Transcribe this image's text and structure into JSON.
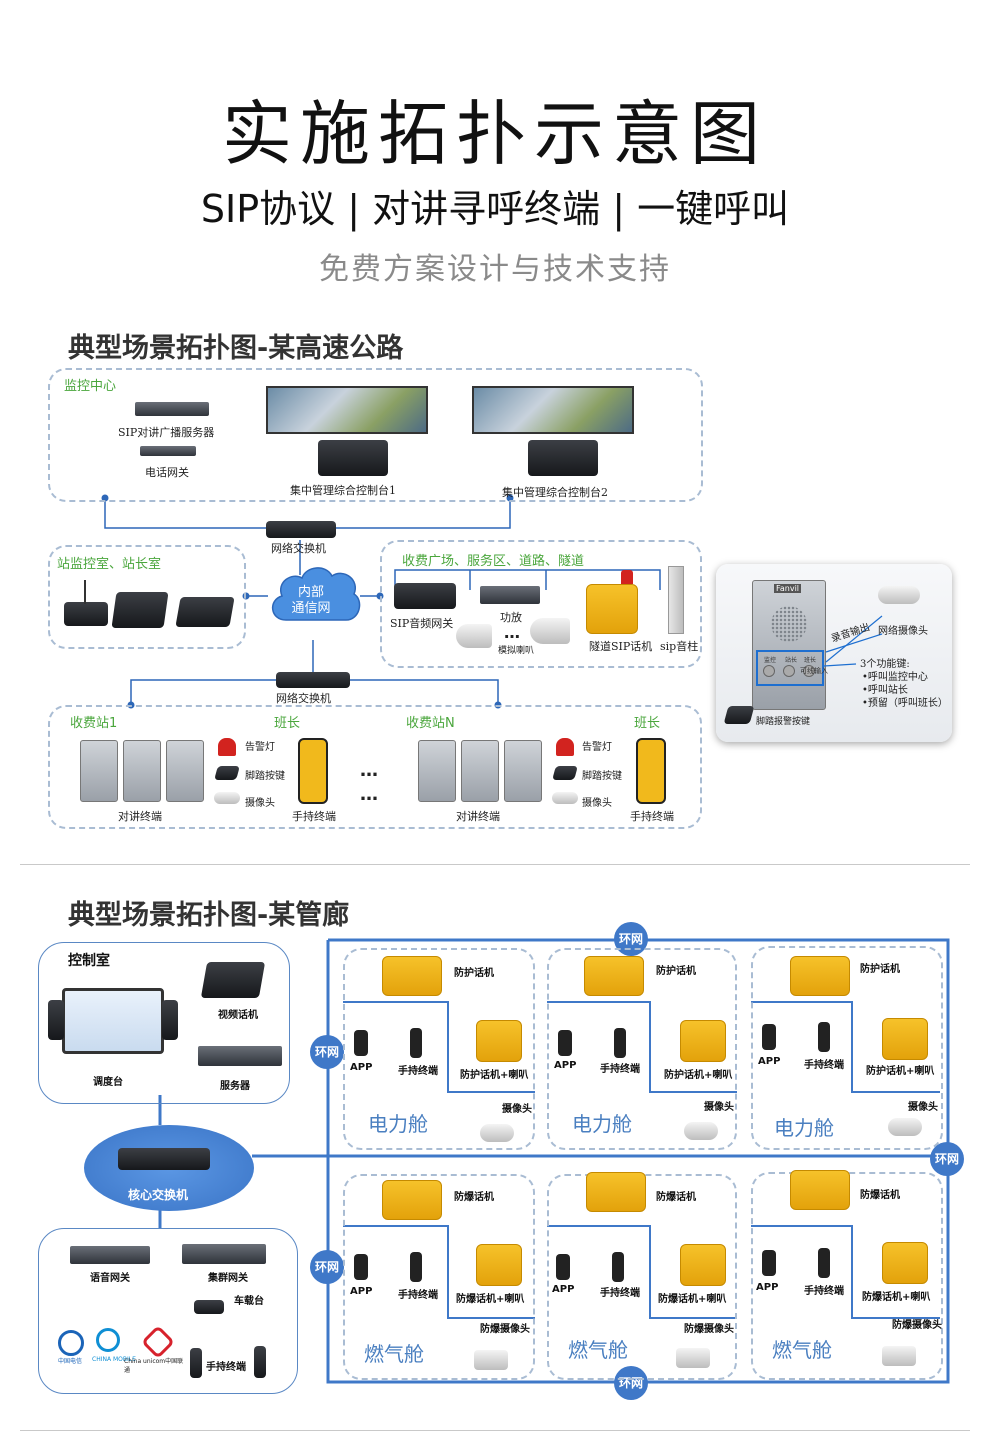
{
  "header": {
    "title": "实施拓扑示意图",
    "subtitle": "SIP协议 | 对讲寻呼终端 | 一键呼叫",
    "tagline": "免费方案设计与技术支持"
  },
  "highway": {
    "section_title": "典型场景拓扑图-某高速公路",
    "monitor_center": {
      "title": "监控中心",
      "server": "SIP对讲广播服务器",
      "gateway": "电话网关",
      "console1": "集中管理综合控制台1",
      "console2": "集中管理综合控制台2"
    },
    "switch_top": "网络交换机",
    "switch_bottom": "网络交换机",
    "cloud": [
      "内部",
      "通信网"
    ],
    "station_room": {
      "title": "站监控室、站长室"
    },
    "toll_plaza": {
      "title": "收费广场、服务区、道路、隧道",
      "sip_gateway": "SIP音频网关",
      "amplifier": "功放",
      "analog_speaker": "模拟喇叭",
      "tunnel_phone": "隧道SIP话机",
      "sip_column": "sip音柱",
      "ellipsis": "…"
    },
    "toll_station_1": "收费站1",
    "toll_station_n": "收费站N",
    "squad_leader": "班长",
    "alarm_light": "告警灯",
    "foot_button": "脚踏按键",
    "camera": "摄像头",
    "intercom_terminal": "对讲终端",
    "handheld_terminal": "手持终端",
    "ellipsis": "…",
    "device_detail": {
      "brand": "Fanvil",
      "record_output": "录音输出",
      "network_camera": "网络摄像头",
      "buttons": [
        "监控",
        "站长",
        "班长"
      ],
      "small_label": "可线输入",
      "func_title": "3个功能键:",
      "functions": [
        "•呼叫监控中心",
        "•呼叫站长",
        "•预留（呼叫班长）"
      ],
      "foot_alarm": "脚踏报警按键"
    }
  },
  "corridor": {
    "section_title": "典型场景拓扑图-某管廊",
    "control_room": {
      "title": "控制室",
      "video_phone": "视频话机",
      "dispatch": "调度台",
      "server": "服务器"
    },
    "core_switch": "核心交换机",
    "gateways": {
      "voice_gateway": "语音网关",
      "cluster_gateway": "集群网关",
      "vehicle_radio": "车载台",
      "handheld": "手持终端",
      "carriers": [
        "中国电信",
        "CHINA MOBILE",
        "China unicom中国联通"
      ]
    },
    "ring": "环网",
    "power_cabins": [
      {
        "title": "电力舱",
        "phone": "防护话机",
        "app": "APP",
        "handheld": "手持终端",
        "combo": "防护话机+喇叭",
        "cam": "摄像头"
      },
      {
        "title": "电力舱",
        "phone": "防护话机",
        "app": "APP",
        "handheld": "手持终端",
        "combo": "防护话机+喇叭",
        "cam": "摄像头"
      },
      {
        "title": "电力舱",
        "phone": "防护话机",
        "app": "APP",
        "handheld": "手持终端",
        "combo": "防护话机+喇叭",
        "cam": "摄像头"
      }
    ],
    "gas_cabins": [
      {
        "title": "燃气舱",
        "phone": "防爆话机",
        "app": "APP",
        "handheld": "手持终端",
        "combo": "防爆话机+喇叭",
        "cam": "防爆摄像头"
      },
      {
        "title": "燃气舱",
        "phone": "防爆话机",
        "app": "APP",
        "handheld": "手持终端",
        "combo": "防爆话机+喇叭",
        "cam": "防爆摄像头"
      },
      {
        "title": "燃气舱",
        "phone": "防爆话机",
        "app": "APP",
        "handheld": "手持终端",
        "combo": "防爆话机+喇叭",
        "cam": "防爆摄像头"
      }
    ]
  },
  "colors": {
    "ring_blue": "#3f78c8",
    "zone_green": "#4aa63c",
    "dash_border": "#a9bcd3",
    "cabin_title_blue": "#4a7fc0"
  }
}
